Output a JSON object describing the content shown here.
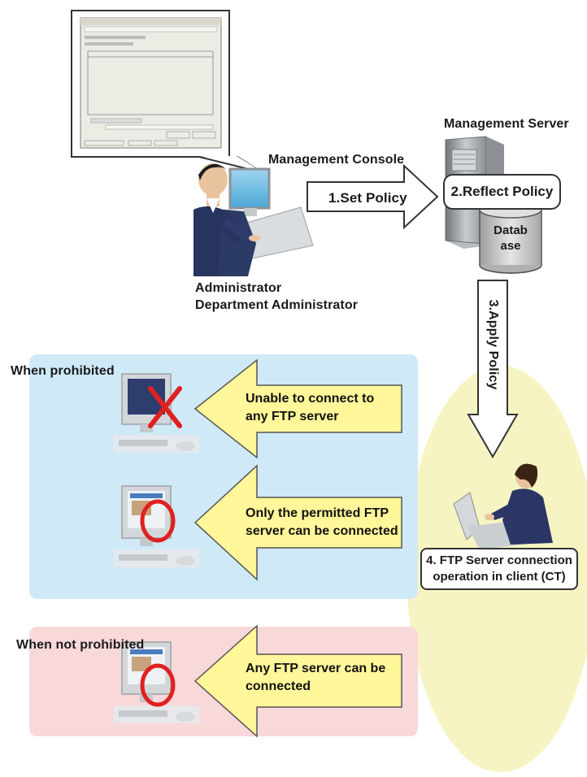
{
  "labels": {
    "management_console": "Management Console",
    "management_server": "Management Server",
    "set_policy": "1.Set Policy",
    "reflect_policy": "2.Reflect Policy",
    "database_line1": "Datab",
    "database_line2": "ase",
    "apply_policy": "3.Apply Policy",
    "administrator": "Administrator",
    "department_administrator": "Department Administrator",
    "client_operation_line1": "4. FTP Server connection",
    "client_operation_line2": "operation in client (CT)"
  },
  "zones": {
    "prohibited": {
      "title": "When prohibited",
      "items": [
        {
          "line1": "Unable to connect to",
          "line2": "any FTP server",
          "mark": "cross"
        },
        {
          "line1": "Only the permitted FTP",
          "line2": "server can be connected",
          "mark": "circle"
        }
      ]
    },
    "not_prohibited": {
      "title": "When not prohibited",
      "items": [
        {
          "line1": "Any FTP server can be",
          "line2": "connected",
          "mark": "circle"
        }
      ]
    }
  },
  "colors": {
    "prohibited_zone": "#cfe9f7",
    "not_prohibited_zone": "#f8d8d9",
    "client_ellipse": "#f6f4c2",
    "callout_arrow": "#fff799",
    "mark_red": "#e02020"
  }
}
